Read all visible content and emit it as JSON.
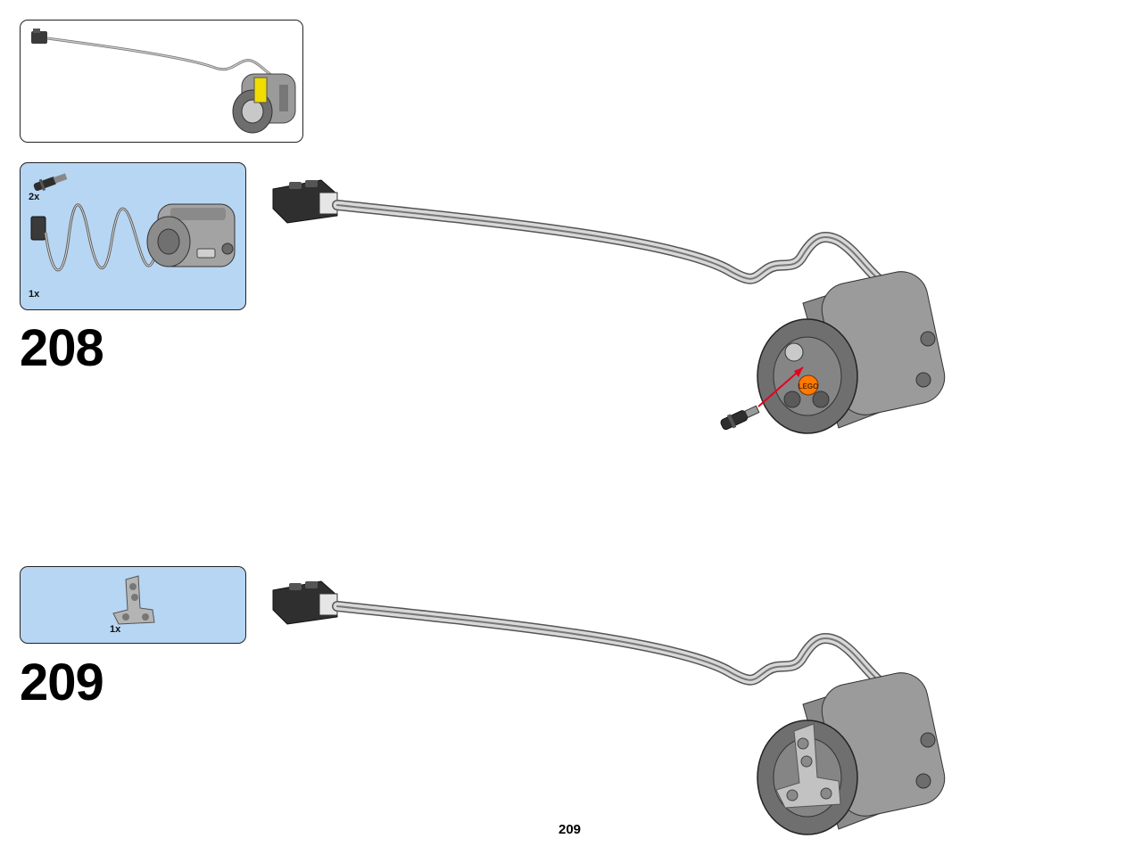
{
  "steps": [
    {
      "number": "208",
      "parts": [
        {
          "quantity": "2x",
          "icon": "axle-pin-icon"
        },
        {
          "quantity": "1x",
          "icon": "xl-motor-icon"
        }
      ]
    },
    {
      "number": "209",
      "parts": [
        {
          "quantity": "1x",
          "icon": "t-beam-icon"
        }
      ]
    }
  ],
  "page_number": "209",
  "colors": {
    "parts_panel_background": "#b7d6f3",
    "assembly_arrow": "#e8001c",
    "highlight_part": "#ff7a00",
    "callout_highlight": "#f5e100"
  }
}
